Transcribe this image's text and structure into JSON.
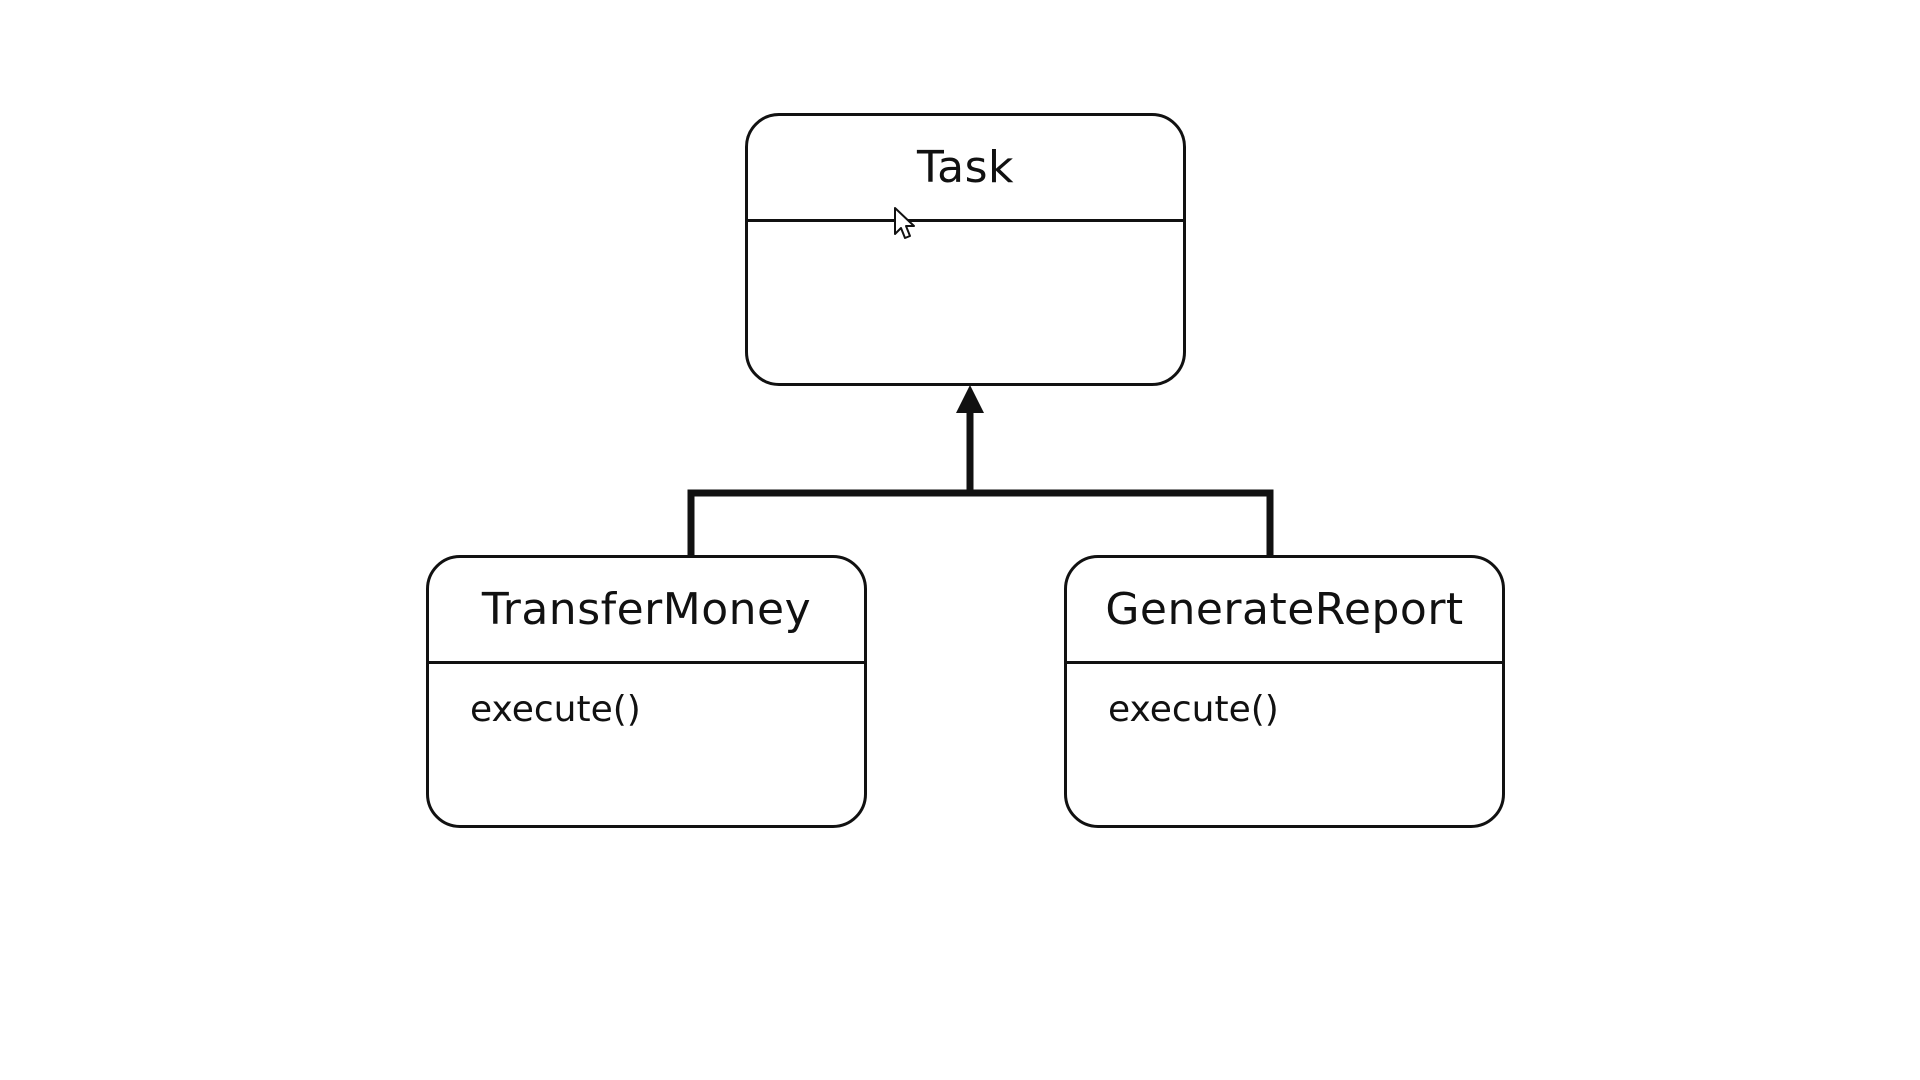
{
  "diagram": {
    "type": "uml-class-inheritance",
    "parent": {
      "name": "Task",
      "members": []
    },
    "children": [
      {
        "name": "TransferMoney",
        "members": [
          "execute()"
        ]
      },
      {
        "name": "GenerateReport",
        "members": [
          "execute()"
        ]
      }
    ],
    "relationship": "generalization"
  },
  "colors": {
    "stroke": "#111111",
    "background": "#ffffff"
  },
  "icons": {
    "cursor": "mouse-pointer-icon",
    "arrowhead": "inheritance-arrowhead-icon"
  }
}
